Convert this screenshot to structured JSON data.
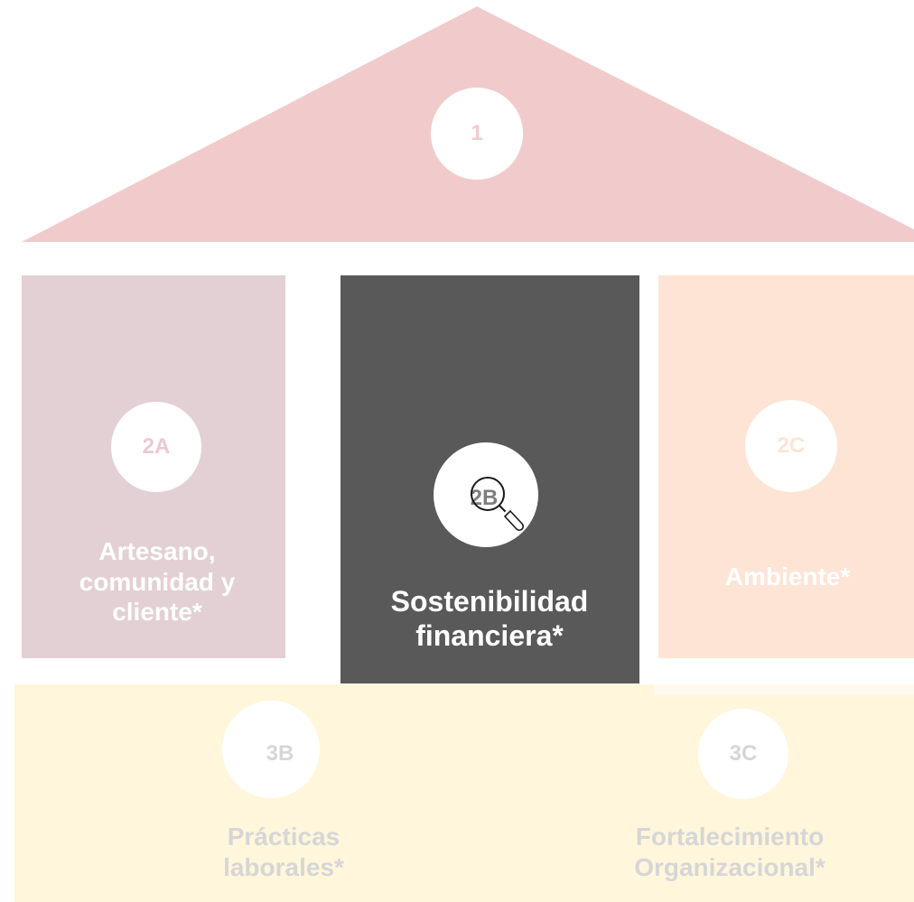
{
  "roof": {
    "badge": "1",
    "color": "#f1cbcb",
    "badge_text_color": "#f1cbcb"
  },
  "pillar_2a": {
    "badge": "2A",
    "label_lines": [
      "Artesano,",
      "comunidad y",
      "cliente*"
    ],
    "color": "#e3d0d4",
    "text_color": "#ffffff",
    "badge_text_color": "#ecc9d1"
  },
  "pillar_2b": {
    "badge": "2B",
    "label_lines": [
      "Sostenibilidad",
      "financiera*"
    ],
    "color": "#595959",
    "text_color": "#ffffff",
    "badge_text_color": "#7f7f7f",
    "highlight_icon": "magnifier-icon"
  },
  "pillar_2c": {
    "badge": "2C",
    "label": "Ambiente*",
    "color": "#fde4d4",
    "text_color": "#ffffff",
    "badge_text_color": "#fde4d4"
  },
  "base": {
    "color": "#fff6db"
  },
  "section_3b": {
    "badge": "3B",
    "label_lines": [
      "Prácticas",
      "laborales*"
    ],
    "text_color": "#d6d6d6"
  },
  "section_3c": {
    "badge": "3C",
    "label_lines": [
      "Fortalecimiento",
      "Organizacional*"
    ],
    "text_color": "#d6d6d6"
  }
}
